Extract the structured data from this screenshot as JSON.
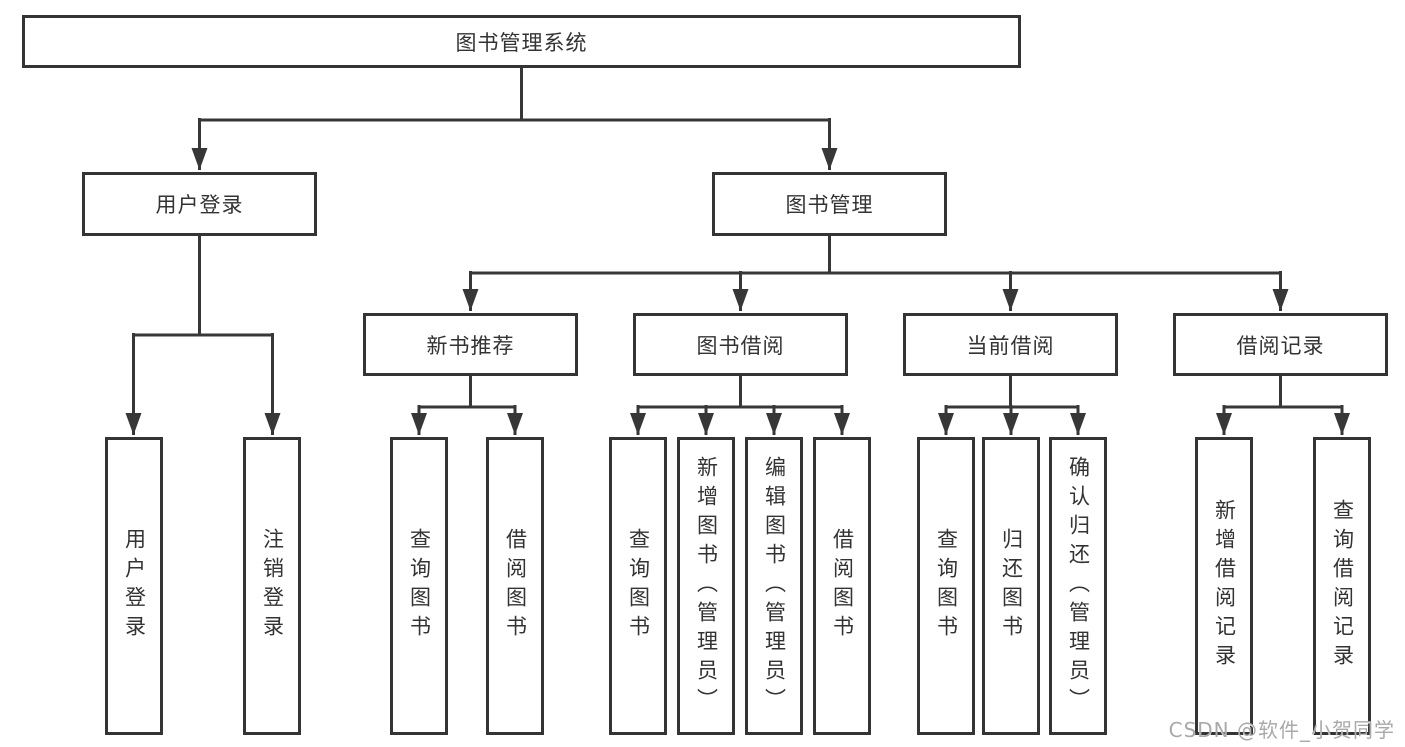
{
  "diagram": {
    "root": {
      "label": "图书管理系统"
    },
    "branches": [
      {
        "label": "用户登录",
        "children": [
          {
            "label": "用户登录"
          },
          {
            "label": "注销登录"
          }
        ]
      },
      {
        "label": "图书管理",
        "children": [
          {
            "label": "新书推荐",
            "children": [
              {
                "label": "查询图书"
              },
              {
                "label": "借阅图书"
              }
            ]
          },
          {
            "label": "图书借阅",
            "children": [
              {
                "label": "查询图书"
              },
              {
                "label": "新增图书（管理员）"
              },
              {
                "label": "编辑图书（管理员）"
              },
              {
                "label": "借阅图书"
              }
            ]
          },
          {
            "label": "当前借阅",
            "children": [
              {
                "label": "查询图书"
              },
              {
                "label": "归还图书"
              },
              {
                "label": "确认归还（管理员）"
              }
            ]
          },
          {
            "label": "借阅记录",
            "children": [
              {
                "label": "新增借阅记录"
              },
              {
                "label": "查询借阅记录"
              }
            ]
          }
        ]
      }
    ],
    "watermark": "CSDN @软件_小贺同学",
    "colors": {
      "line": "#373737",
      "border": "#343434",
      "text": "#333333",
      "watermark": "#a9a9a9",
      "background": "#ffffff"
    }
  }
}
